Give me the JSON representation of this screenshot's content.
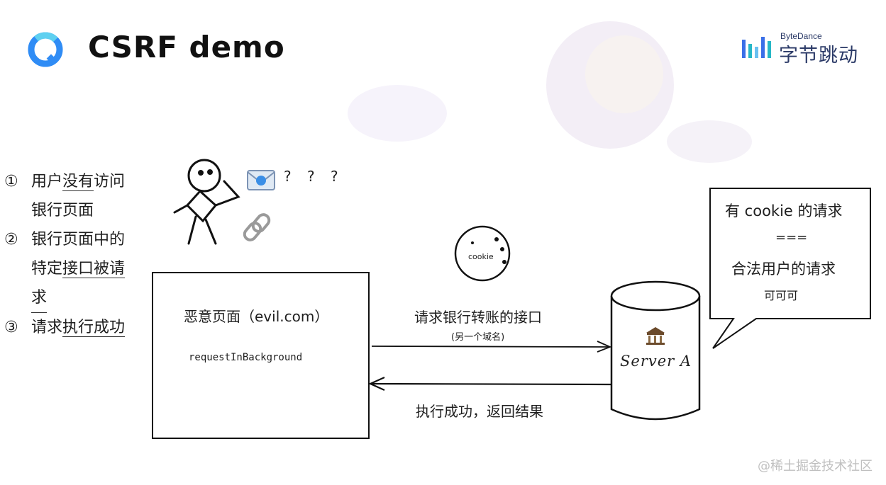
{
  "header": {
    "title": "CSRF demo"
  },
  "brand": {
    "en": "ByteDance",
    "cn": "字节跳动"
  },
  "steps": [
    {
      "num": "①",
      "line1_pre": "用户",
      "line1_ul": "没有",
      "line1_post": "访问",
      "line2": "银行页面"
    },
    {
      "num": "②",
      "line1": "银行页面中的",
      "line2_pre": "特定",
      "line2_ul": "接口被请",
      "line3": "求"
    },
    {
      "num": "③",
      "line1_pre": "请求",
      "line1_ul": "执行成功"
    }
  ],
  "diagram": {
    "evil_page_title": "恶意页面（evil.com）",
    "evil_page_code": "requestInBackground",
    "request_label": "请求银行转账的接口",
    "request_sublabel": "(另一个域名)",
    "response_label": "执行成功，返回结果",
    "server_label": "Server A",
    "cookie_label": "cookie",
    "question_marks": "? ? ?",
    "bubble": {
      "line1": "有 cookie 的请求",
      "line2": "===",
      "line3": "合法用户的请求",
      "line4": "可可可"
    }
  },
  "watermark": "@稀土掘金技术社区",
  "colors": {
    "logo_blue": "#2f8cf5",
    "brand_navy": "#2b3a67",
    "ink": "#1f1f1f"
  }
}
